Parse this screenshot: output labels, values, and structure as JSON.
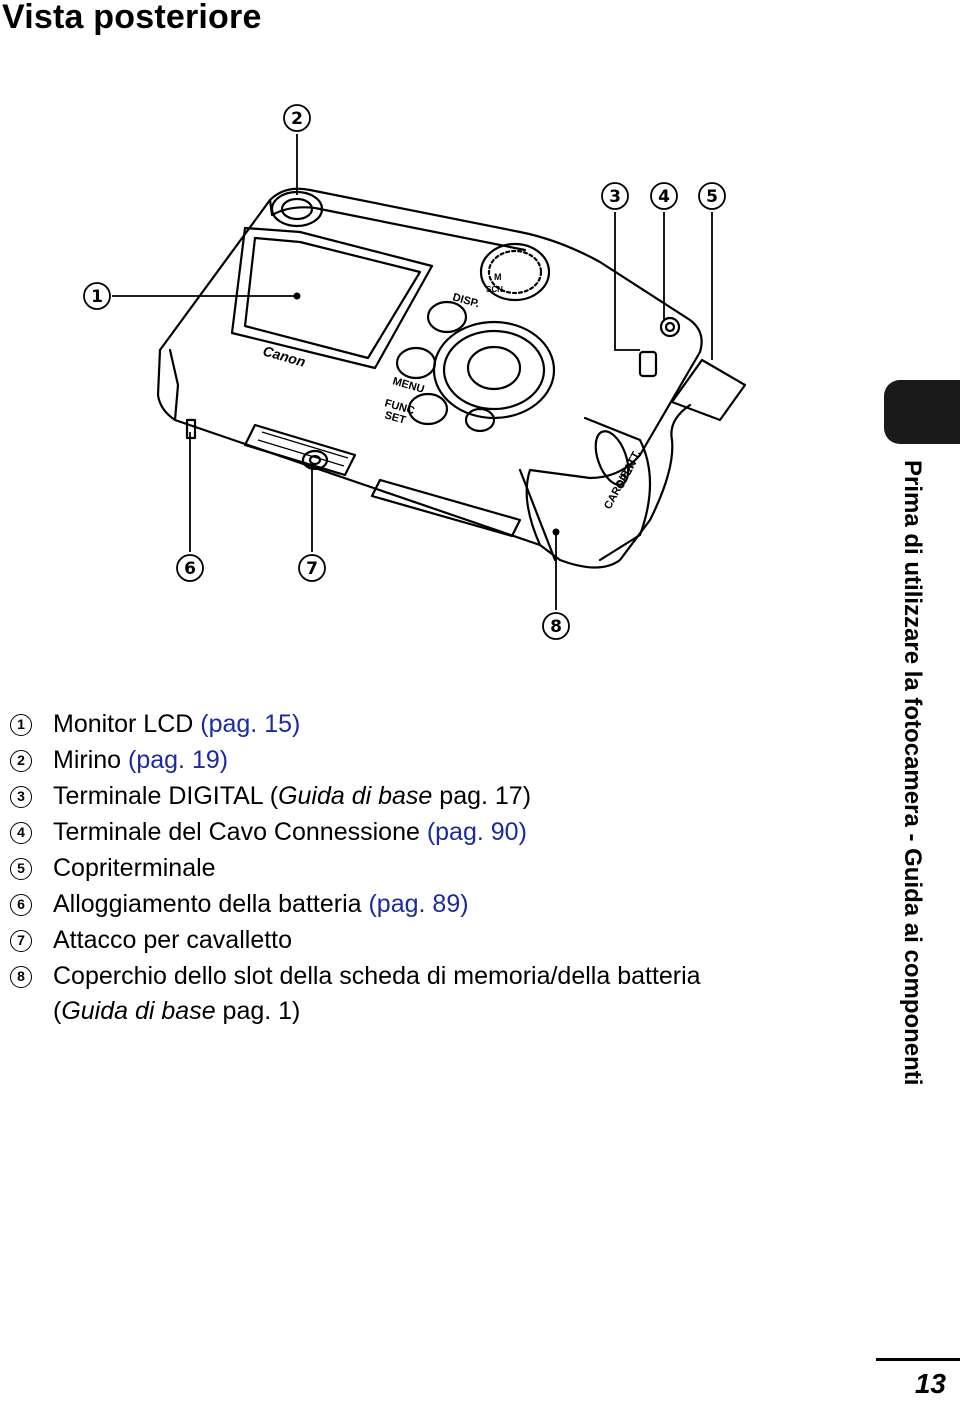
{
  "page": {
    "title": "Vista posteriore",
    "side_tab": "Prima di utilizzare la fotocamera - Guida ai componenti",
    "page_number": "13"
  },
  "diagram": {
    "callouts": [
      "1",
      "2",
      "3",
      "4",
      "5",
      "6",
      "7",
      "8"
    ],
    "labels": {
      "brand": "Canon",
      "disp": "DISP.",
      "menu": "MENU",
      "func": "FUNC",
      "set": "SET",
      "mode_m": "M",
      "mode_scn": "SCN",
      "card_batt": "CARD/BATT.",
      "open": "OPEN"
    }
  },
  "legend": [
    {
      "num": "1",
      "text": "Monitor LCD ",
      "ref": "(pag. 15)"
    },
    {
      "num": "2",
      "text": "Mirino ",
      "ref": "(pag. 19)"
    },
    {
      "num": "3",
      "text": "Terminale DIGITAL (",
      "italic": "Guida di base",
      "text_after": " pag. 17)"
    },
    {
      "num": "4",
      "text": "Terminale del Cavo Connessione ",
      "ref": "(pag. 90)"
    },
    {
      "num": "5",
      "text": "Copriterminale"
    },
    {
      "num": "6",
      "text": "Alloggiamento della batteria ",
      "ref": "(pag. 89)"
    },
    {
      "num": "7",
      "text": "Attacco per cavalletto"
    },
    {
      "num": "8",
      "text": "Coperchio dello slot della scheda di memoria/della batteria"
    }
  ],
  "legend_continuation": {
    "prefix": "(",
    "italic": "Guida di base",
    "suffix": " pag. 1)"
  }
}
